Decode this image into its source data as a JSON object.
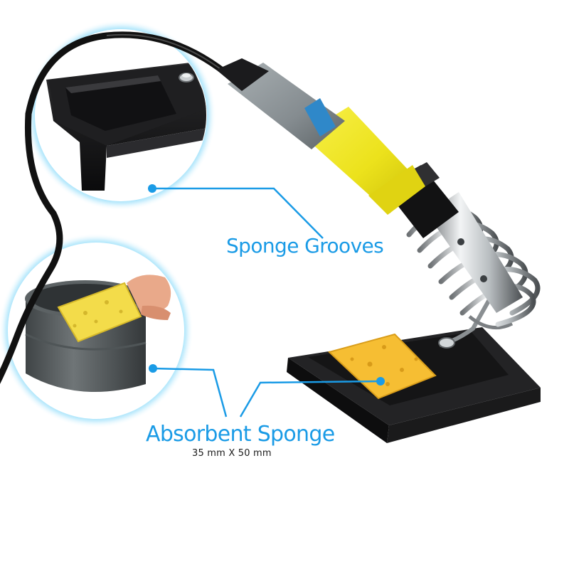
{
  "labels": {
    "sponge_grooves": "Sponge Grooves",
    "absorbent_sponge": "Absorbent Sponge",
    "sponge_dimensions": "35 mm X 50 mm"
  },
  "colors": {
    "accent": "#1a9be6",
    "halo": "#4fc8f5",
    "text_secondary": "#1a1a1a"
  },
  "icons": {
    "grooves_detail": "stand-tray-closeup-icon",
    "sponge_detail": "sponge-in-tin-icon",
    "product": "soldering-iron-on-stand-icon"
  }
}
